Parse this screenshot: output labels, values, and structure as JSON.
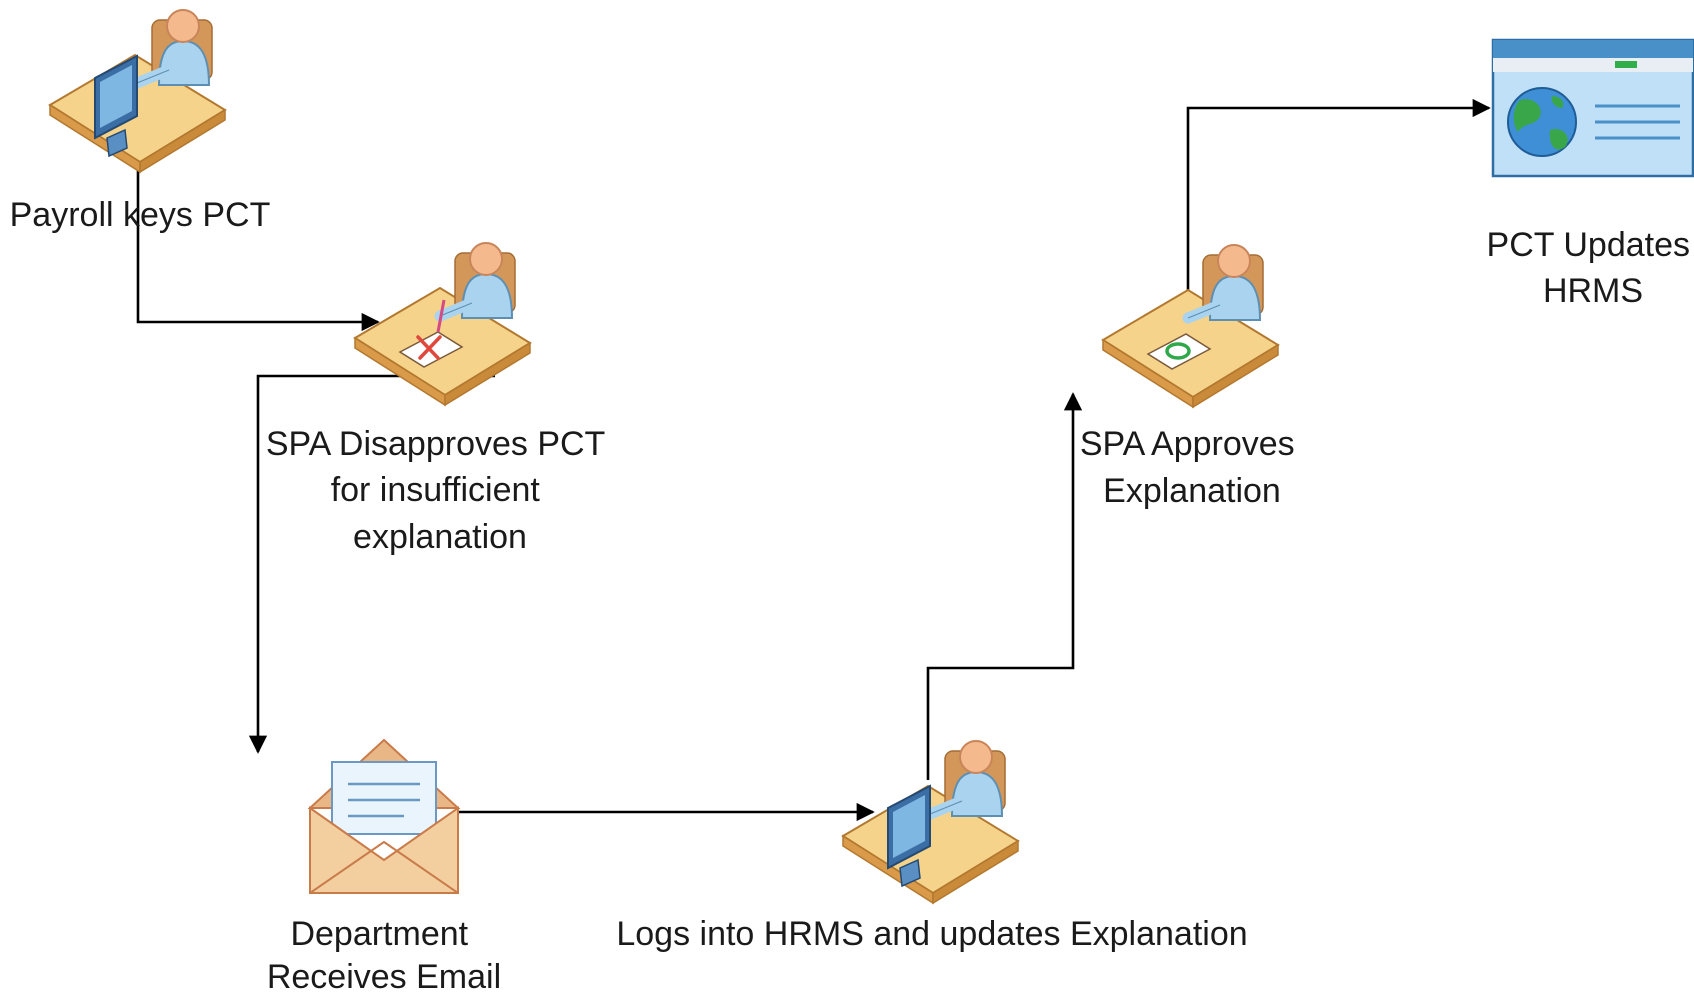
{
  "nodes": {
    "payroll": {
      "label": [
        "Payroll keys PCT"
      ],
      "icon": "person-at-computer-icon"
    },
    "spa_disapproves": {
      "label": [
        "SPA Disapproves PCT",
        "for insufficient",
        "explanation"
      ],
      "icon": "person-rejecting-form-icon"
    },
    "department": {
      "label": [
        "Department",
        "Receives Email"
      ],
      "icon": "envelope-email-icon"
    },
    "logs_into": {
      "label": [
        "Logs into HRMS and updates Explanation"
      ],
      "icon": "person-at-computer-icon"
    },
    "spa_approves": {
      "label": [
        "SPA Approves",
        "Explanation"
      ],
      "icon": "person-approving-form-icon"
    },
    "pct_updates": {
      "label": [
        "PCT Updates",
        "HRMS"
      ],
      "icon": "web-browser-globe-icon"
    }
  },
  "connectors": [
    {
      "from": "payroll",
      "to": "spa_disapproves"
    },
    {
      "from": "spa_disapproves",
      "to": "department"
    },
    {
      "from": "department",
      "to": "logs_into"
    },
    {
      "from": "logs_into",
      "to": "spa_approves"
    },
    {
      "from": "spa_approves",
      "to": "pct_updates"
    }
  ],
  "colors": {
    "desk_top": "#f6d38b",
    "desk_side": "#c98a3a",
    "person_body": "#a9d3ee",
    "person_skin": "#f4b98c",
    "envelope": "#f3cfa0",
    "envelope_stroke": "#c97b4a",
    "browser_frame": "#4a90c8",
    "browser_body": "#bfe0f6"
  }
}
